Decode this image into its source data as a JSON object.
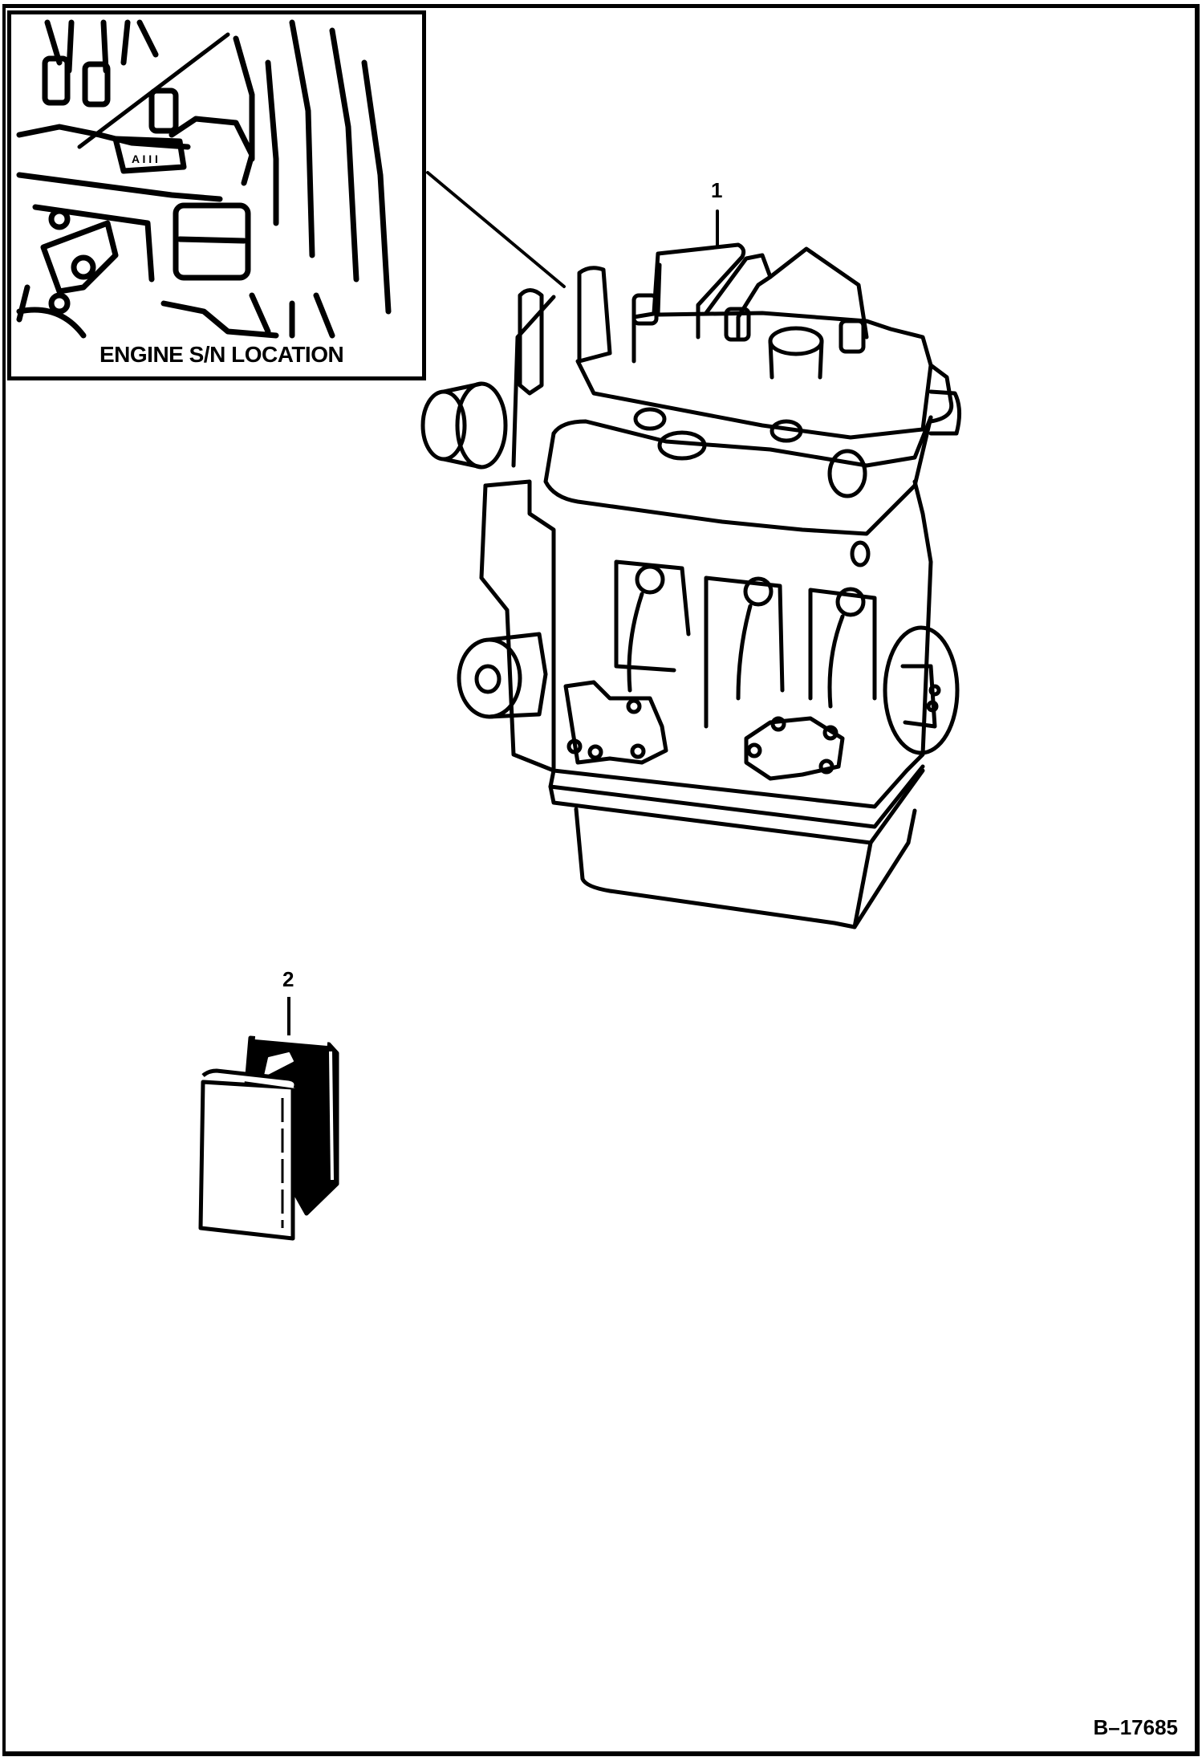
{
  "diagram": {
    "inset": {
      "caption": "ENGINE S/N LOCATION"
    },
    "callouts": [
      {
        "number": "1",
        "part": "engine"
      },
      {
        "number": "2",
        "part": "box"
      }
    ],
    "figure_id": "B–17685",
    "colors": {
      "line": "#000000",
      "background": "#ffffff"
    }
  }
}
